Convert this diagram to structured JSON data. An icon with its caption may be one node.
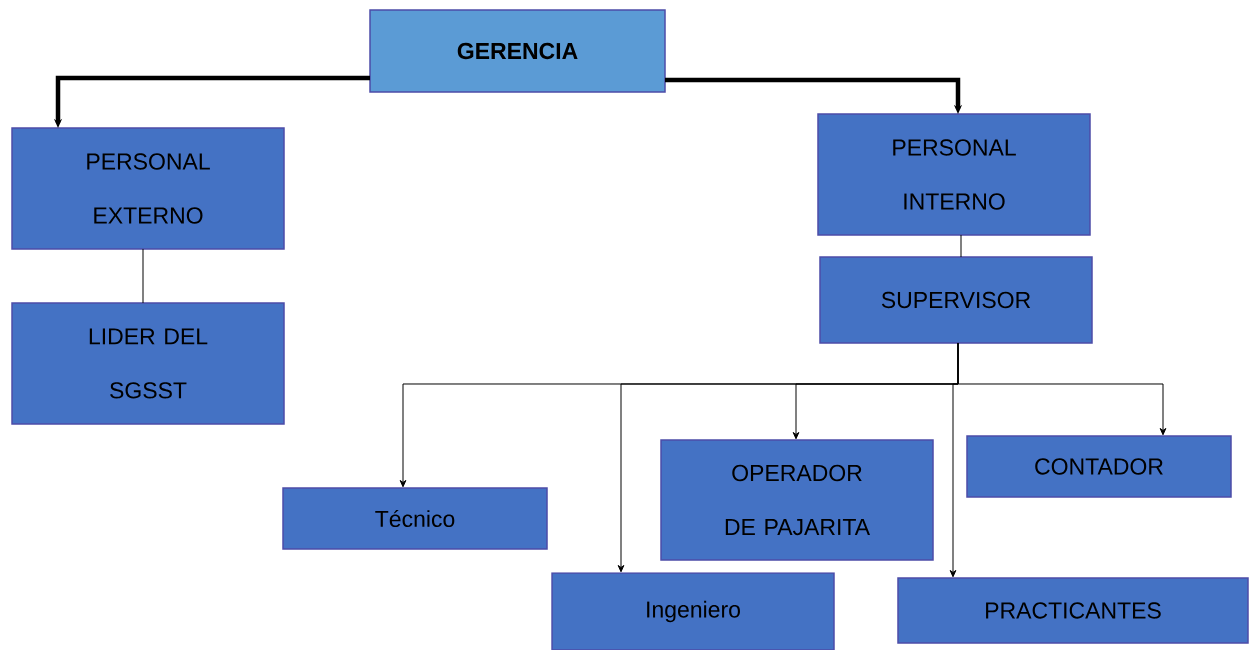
{
  "diagram": {
    "nodes": [
      {
        "text": [
          "GERENCIA"
        ]
      },
      {
        "text": [
          "PERSONAL EXTERNO"
        ]
      },
      {
        "text": [
          "LIDER DEL SGSST"
        ]
      },
      {
        "text": [
          "PERSONAL INTERNO"
        ]
      },
      {
        "text": [
          "SUPERVISOR"
        ]
      },
      {
        "text": [
          "Técnico"
        ]
      },
      {
        "text": [
          "Ingeniero"
        ]
      },
      {
        "text": [
          "OPERADOR DE PAJARITA"
        ]
      },
      {
        "text": [
          "CONTADOR"
        ]
      },
      {
        "text": [
          "PRACTICANTES"
        ]
      }
    ],
    "edges": [
      {
        "from": 0,
        "to": 1,
        "arrow": "to",
        "style": "thick"
      },
      {
        "from": 0,
        "to": 3,
        "arrow": "to",
        "style": "thick"
      },
      {
        "from": 1,
        "to": 2,
        "arrow": "none"
      },
      {
        "from": 3,
        "to": 4,
        "arrow": "none"
      },
      {
        "from": 4,
        "to": 5,
        "arrow": "to"
      },
      {
        "from": 4,
        "to": 6,
        "arrow": "to"
      },
      {
        "from": 4,
        "to": 7,
        "arrow": "to"
      },
      {
        "from": 4,
        "to": 9,
        "arrow": "to"
      },
      {
        "from": 4,
        "to": 8,
        "arrow": "to"
      }
    ]
  }
}
